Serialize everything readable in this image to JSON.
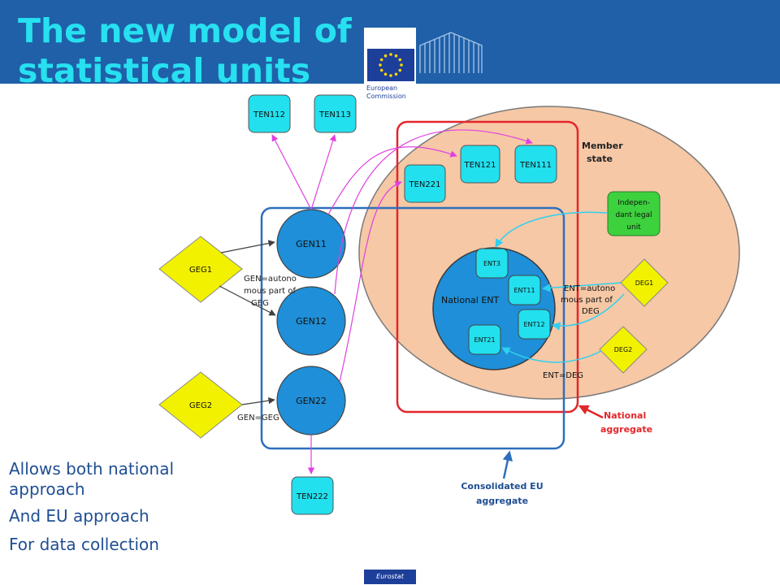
{
  "title_line1": "The new model of",
  "title_line2": "statistical units",
  "logo": {
    "line1": "European",
    "line2": "Commission",
    "flag_icon": "eu-flag-icon",
    "building_icon": "berlaymont-building-icon"
  },
  "diagram": {
    "member_state": [
      "Member",
      "state"
    ],
    "national_ent": "National ENT",
    "nodes": {
      "ten112": "TEN112",
      "ten113": "TEN113",
      "ten121": "TEN121",
      "ten111": "TEN111",
      "ten221": "TEN221",
      "ten222": "TEN222",
      "gen11": "GEN11",
      "gen12": "GEN12",
      "gen22": "GEN22",
      "geg1": "GEG1",
      "geg2": "GEG2",
      "deg1": "DEG1",
      "deg2": "DEG2",
      "ent3": "ENT3",
      "ent11": "ENT11",
      "ent12": "ENT12",
      "ent21": "ENT21",
      "indep": [
        "Indepen-",
        "dant legal",
        "unit"
      ]
    },
    "gen_autonomous": [
      "GEN=autono",
      "mous part of",
      "GEG"
    ],
    "gen_geg": "GEN=GEG",
    "ent_autonomous": [
      "ENT=autono",
      "mous part of",
      "DEG"
    ],
    "ent_deg": "ENT=DEG",
    "national_aggregate": [
      "National",
      "aggregate"
    ],
    "consolidated": [
      "Consolidated EU",
      "aggregate"
    ]
  },
  "bullets": [
    "Allows both national",
    "approach",
    "And EU approach",
    "For data collection"
  ],
  "footer": "Eurostat",
  "colors": {
    "header": "#1f60a8",
    "title": "#27e0f0",
    "member_state_fill": "#f6c8a6",
    "gen_blue": "#1e8fd8",
    "ten_cyan": "#22e0ee",
    "diamond_yellow": "#f2f200",
    "red_box": "#e3262a",
    "blue_box": "#2d6fbb",
    "magenta": "#e040e0"
  }
}
